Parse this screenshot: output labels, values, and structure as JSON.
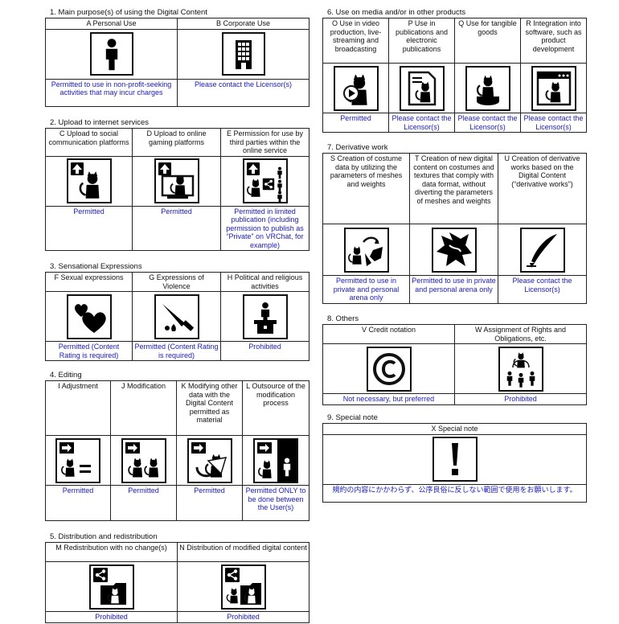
{
  "s1": {
    "title": "1. Main purpose(s) of using the Digital Content",
    "items": [
      {
        "label": "A Personal Use",
        "perm": "Permitted to use in non-profit-seeking activities that may incur charges"
      },
      {
        "label": "B  Corporate Use",
        "perm": "Please contact the Licensor(s)"
      }
    ]
  },
  "s2": {
    "title": "2. Upload to internet services",
    "items": [
      {
        "label": "C Upload to social communication platforms",
        "perm": "Permitted"
      },
      {
        "label": "D Upload to online gaming platforms",
        "perm": "Permitted"
      },
      {
        "label": "E Permission for use by third parties within the online service",
        "perm": "Permitted in limited publication (including permission to publish as “Private” on VRChat, for example)"
      }
    ]
  },
  "s3": {
    "title": "3. Sensational Expressions",
    "items": [
      {
        "label": "F Sexual expressions",
        "perm": "Permitted (Content Rating is required)"
      },
      {
        "label": "G Expressions of Violence",
        "perm": "Permitted (Content Rating is required)"
      },
      {
        "label": "H Political and religious activities",
        "perm": "Prohibited"
      }
    ]
  },
  "s4": {
    "title": "4. Editing",
    "items": [
      {
        "label": "I Adjustment",
        "perm": "Permitted"
      },
      {
        "label": "J Modification",
        "perm": "Permitted"
      },
      {
        "label": "K Modifying other data with the Digital Content permitted as material",
        "perm": "Permitted"
      },
      {
        "label": "L Outsource of the modification process",
        "perm": "Permitted ONLY to be done between the User(s)"
      }
    ]
  },
  "s5": {
    "title": "5. Distribution and redistribution",
    "items": [
      {
        "label": "M Redistribution with no change(s)",
        "perm": "Prohibited"
      },
      {
        "label": "N Distribution of modified digital content",
        "perm": "Prohibited"
      }
    ]
  },
  "s6": {
    "title": "6. Use on media and/or in other products",
    "items": [
      {
        "label": "O Use in video production, live-streaming and broadcasting",
        "perm": "Permitted"
      },
      {
        "label": "P Use in publications and electronic publications",
        "perm": "Please contact the Licensor(s)"
      },
      {
        "label": "Q Use for tangible goods",
        "perm": "Please contact the Licensor(s)"
      },
      {
        "label": "R Integration into software, such as product development",
        "perm": "Please contact the Licensor(s)"
      }
    ]
  },
  "s7": {
    "title": "7. Derivative work",
    "items": [
      {
        "label": "S Creation of costume data by utilizing the parameters of meshes and weights",
        "perm": "Permitted to use in private and personal arena only"
      },
      {
        "label": "T Creation of new digital content on costumes and textures that comply with data format, without diverting the parameters of meshes and weights",
        "perm": "Permitted to use in private and personal arena only"
      },
      {
        "label": "U Creation of derivative works based on the Digital Content (“derivative works”)",
        "perm": "Please contact the Licensor(s)"
      }
    ]
  },
  "s8": {
    "title": "8. Others",
    "items": [
      {
        "label": "V Credit notation",
        "perm": "Not necessary, but preferred"
      },
      {
        "label": "W Assignment of Rights and Obligations, etc.",
        "perm": "Prohibited"
      }
    ]
  },
  "s9": {
    "title": "9. Special note",
    "items": [
      {
        "label": "X Special note",
        "perm": "規約の内容にかかわらず、公序良俗に反しない範囲で使用をお願いします。"
      }
    ]
  },
  "colors": {
    "permission_text": "#1a1ab8",
    "border": "#222222"
  }
}
